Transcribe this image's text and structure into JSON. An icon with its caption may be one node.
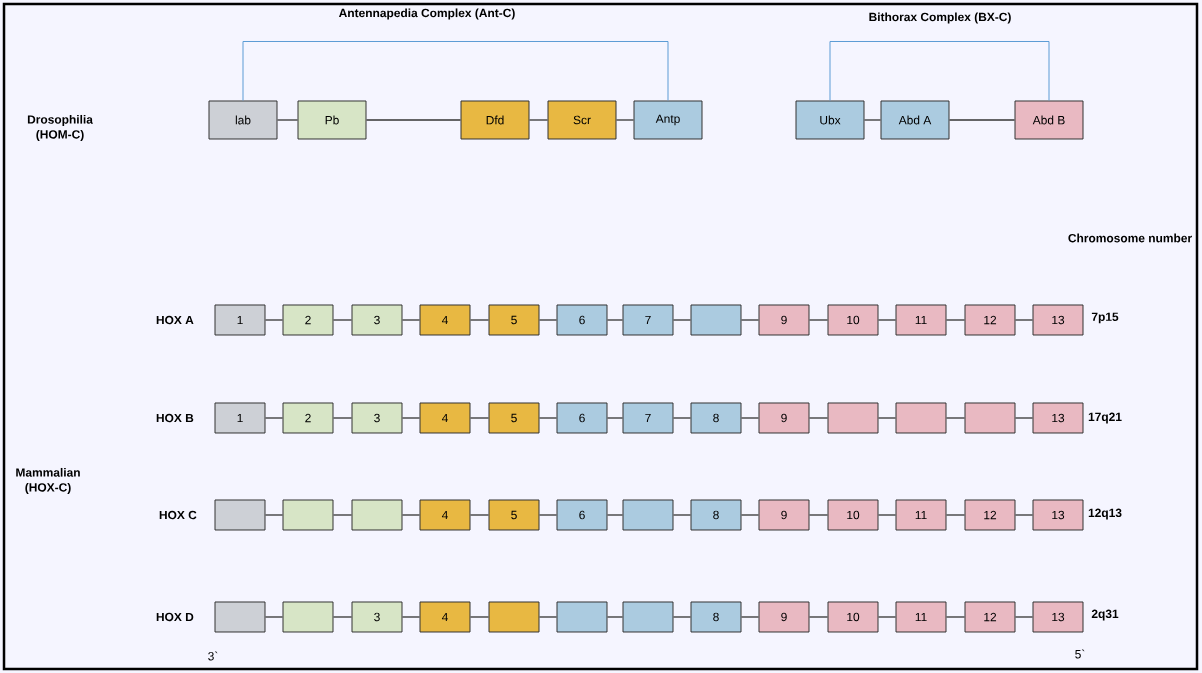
{
  "diagram": {
    "nodes": [
      {
        "text": [
          "lab"
        ]
      },
      {
        "text": [
          "Pb"
        ]
      },
      {
        "text": [
          "Dfd"
        ]
      },
      {
        "text": [
          "Scr"
        ]
      },
      {
        "text": [
          "Antp"
        ]
      },
      {
        "text": [
          "Ubx"
        ]
      },
      {
        "text": [
          "Abd A"
        ]
      },
      {
        "text": [
          "Abd B"
        ]
      },
      {
        "text": [
          "1"
        ]
      },
      {
        "text": [
          "2"
        ]
      },
      {
        "text": [
          "3"
        ]
      },
      {
        "text": [
          "4"
        ]
      },
      {
        "text": [
          "5"
        ]
      },
      {
        "text": [
          "6"
        ]
      },
      {
        "text": [
          "7"
        ]
      },
      {
        "text": [],
        "shape": "box"
      },
      {
        "text": [
          "9"
        ]
      },
      {
        "text": [
          "10"
        ]
      },
      {
        "text": [
          "11"
        ]
      },
      {
        "text": [
          "12"
        ]
      },
      {
        "text": [
          "13"
        ]
      },
      {
        "text": [
          "1"
        ]
      },
      {
        "text": [
          "2"
        ]
      },
      {
        "text": [
          "3"
        ]
      },
      {
        "text": [
          "4"
        ]
      },
      {
        "text": [
          "5"
        ]
      },
      {
        "text": [
          "6"
        ]
      },
      {
        "text": [
          "7"
        ]
      },
      {
        "text": [
          "8"
        ]
      },
      {
        "text": [
          "9"
        ]
      },
      {
        "text": [],
        "shape": "box"
      },
      {
        "text": [],
        "shape": "box"
      },
      {
        "text": [],
        "shape": "box"
      },
      {
        "text": [
          "13"
        ]
      },
      {
        "text": [],
        "shape": "box"
      },
      {
        "text": [],
        "shape": "box"
      },
      {
        "text": [],
        "shape": "box"
      },
      {
        "text": [
          "4"
        ]
      },
      {
        "text": [
          "5"
        ]
      },
      {
        "text": [
          "6"
        ]
      },
      {
        "text": [],
        "shape": "box"
      },
      {
        "text": [
          "8"
        ]
      },
      {
        "text": [
          "9"
        ]
      },
      {
        "text": [
          "10"
        ]
      },
      {
        "text": [
          "11"
        ]
      },
      {
        "text": [
          "12"
        ]
      },
      {
        "text": [
          "13"
        ]
      },
      {
        "text": [],
        "shape": "box"
      },
      {
        "text": [],
        "shape": "box"
      },
      {
        "text": [
          "3"
        ]
      },
      {
        "text": [
          "4"
        ]
      },
      {
        "text": [],
        "shape": "box"
      },
      {
        "text": [],
        "shape": "box"
      },
      {
        "text": [],
        "shape": "box"
      },
      {
        "text": [
          "8"
        ]
      },
      {
        "text": [
          "9"
        ]
      },
      {
        "text": [
          "10"
        ]
      },
      {
        "text": [
          "11"
        ]
      },
      {
        "text": [
          "12"
        ]
      },
      {
        "text": [
          "13"
        ]
      }
    ],
    "edges": [
      {
        "from": 0,
        "to": 4,
        "arrow": "none",
        "color": "#5b9bd5"
      },
      {
        "from": 5,
        "to": 7,
        "arrow": "none",
        "color": "#5b9bd5"
      },
      {
        "from": 0,
        "to": 1,
        "arrow": "none"
      },
      {
        "from": 1,
        "to": 2,
        "arrow": "none"
      },
      {
        "from": 2,
        "to": 3,
        "arrow": "none"
      },
      {
        "from": 3,
        "to": 4,
        "arrow": "none"
      },
      {
        "from": 5,
        "to": 6,
        "arrow": "none"
      },
      {
        "from": 6,
        "to": 7,
        "arrow": "none"
      },
      {
        "from": 8,
        "to": 9,
        "arrow": "none"
      },
      {
        "from": 9,
        "to": 10,
        "arrow": "none"
      },
      {
        "from": 10,
        "to": 11,
        "arrow": "none"
      },
      {
        "from": 11,
        "to": 12,
        "arrow": "none"
      },
      {
        "from": 12,
        "to": 13,
        "arrow": "none"
      },
      {
        "from": 13,
        "to": 14,
        "arrow": "none"
      },
      {
        "from": 14,
        "to": 15,
        "arrow": "none"
      },
      {
        "from": 15,
        "to": 16,
        "arrow": "none"
      },
      {
        "from": 16,
        "to": 17,
        "arrow": "none"
      },
      {
        "from": 17,
        "to": 18,
        "arrow": "none"
      },
      {
        "from": 18,
        "to": 19,
        "arrow": "none"
      },
      {
        "from": 19,
        "to": 20,
        "arrow": "none"
      },
      {
        "from": 21,
        "to": 22,
        "arrow": "none"
      },
      {
        "from": 22,
        "to": 23,
        "arrow": "none"
      },
      {
        "from": 23,
        "to": 24,
        "arrow": "none"
      },
      {
        "from": 24,
        "to": 25,
        "arrow": "none"
      },
      {
        "from": 25,
        "to": 26,
        "arrow": "none"
      },
      {
        "from": 26,
        "to": 27,
        "arrow": "none"
      },
      {
        "from": 27,
        "to": 28,
        "arrow": "none"
      },
      {
        "from": 28,
        "to": 29,
        "arrow": "none"
      },
      {
        "from": 29,
        "to": 30,
        "arrow": "none"
      },
      {
        "from": 30,
        "to": 31,
        "arrow": "none"
      },
      {
        "from": 31,
        "to": 32,
        "arrow": "none"
      },
      {
        "from": 32,
        "to": 33,
        "arrow": "none"
      },
      {
        "from": 34,
        "to": 35,
        "arrow": "none"
      },
      {
        "from": 35,
        "to": 36,
        "arrow": "none"
      },
      {
        "from": 36,
        "to": 37,
        "arrow": "none"
      },
      {
        "from": 37,
        "to": 38,
        "arrow": "none"
      },
      {
        "from": 38,
        "to": 39,
        "arrow": "none"
      },
      {
        "from": 39,
        "to": 40,
        "arrow": "none"
      },
      {
        "from": 40,
        "to": 41,
        "arrow": "none"
      },
      {
        "from": 41,
        "to": 42,
        "arrow": "none"
      },
      {
        "from": 42,
        "to": 43,
        "arrow": "none"
      },
      {
        "from": 43,
        "to": 44,
        "arrow": "none"
      },
      {
        "from": 44,
        "to": 45,
        "arrow": "none"
      },
      {
        "from": 45,
        "to": 46,
        "arrow": "none"
      },
      {
        "from": 47,
        "to": 48,
        "arrow": "none"
      },
      {
        "from": 48,
        "to": 49,
        "arrow": "none"
      },
      {
        "from": 49,
        "to": 50,
        "arrow": "none"
      },
      {
        "from": 50,
        "to": 51,
        "arrow": "none"
      },
      {
        "from": 51,
        "to": 52,
        "arrow": "none"
      },
      {
        "from": 52,
        "to": 53,
        "arrow": "none"
      },
      {
        "from": 53,
        "to": 54,
        "arrow": "none"
      },
      {
        "from": 54,
        "to": 55,
        "arrow": "none"
      },
      {
        "from": 55,
        "to": 56,
        "arrow": "none"
      },
      {
        "from": 56,
        "to": 57,
        "arrow": "none"
      },
      {
        "from": 57,
        "to": 58,
        "arrow": "none"
      },
      {
        "from": 58,
        "to": 59,
        "arrow": "none"
      }
    ],
    "labels": [
      "Antennapedia Complex (Ant-C)",
      "Bithorax Complex (BX-C)",
      "Drosophilia (HOM-C)",
      "Chromosome number",
      "HOX A",
      "7p15",
      "HOX B",
      "17q21",
      "Mammalian (HOX-C)",
      "HOX C",
      "12q13",
      "HOX D",
      "2q31",
      "3`",
      "5`"
    ]
  }
}
